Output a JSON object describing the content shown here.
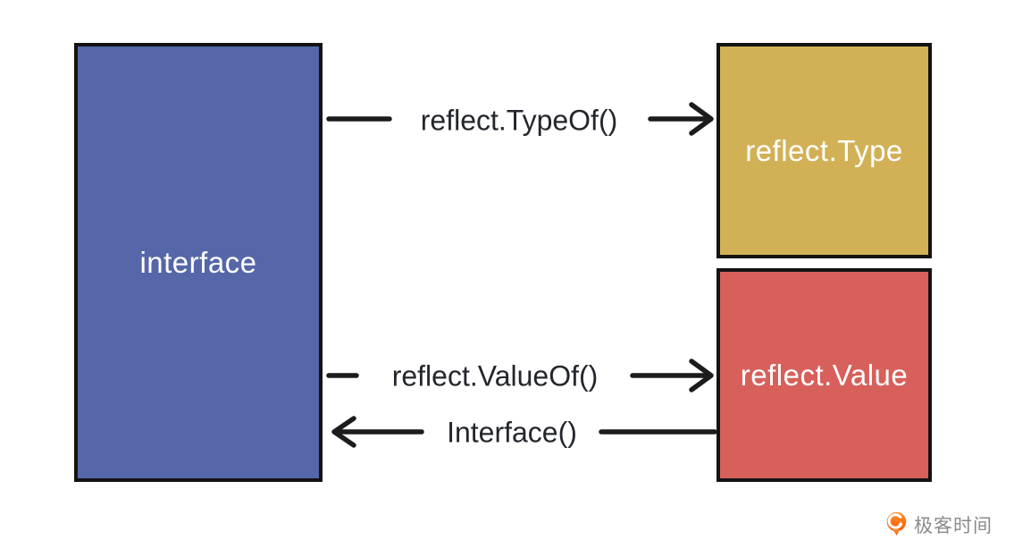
{
  "diagram": {
    "nodes": {
      "interface": {
        "label": "interface",
        "color": "#5567a9"
      },
      "reflect_type": {
        "label": "reflect.Type",
        "color": "#d2b156"
      },
      "reflect_value": {
        "label": "reflect.Value",
        "color": "#d7605b"
      }
    },
    "edges": [
      {
        "label": "reflect.TypeOf()",
        "from": "interface",
        "to": "reflect.Type",
        "direction": "right"
      },
      {
        "label": "reflect.ValueOf()",
        "from": "interface",
        "to": "reflect.Value",
        "direction": "right"
      },
      {
        "label": "Interface()",
        "from": "reflect.Value",
        "to": "interface",
        "direction": "left"
      }
    ],
    "border_color": "#131313",
    "arrow_color": "#1c1c1c",
    "label_color": "#23262c"
  },
  "branding": {
    "logo_text": "极客时间",
    "logo_color": "#fa6400",
    "logo_text_color": "#8b8b8b"
  }
}
